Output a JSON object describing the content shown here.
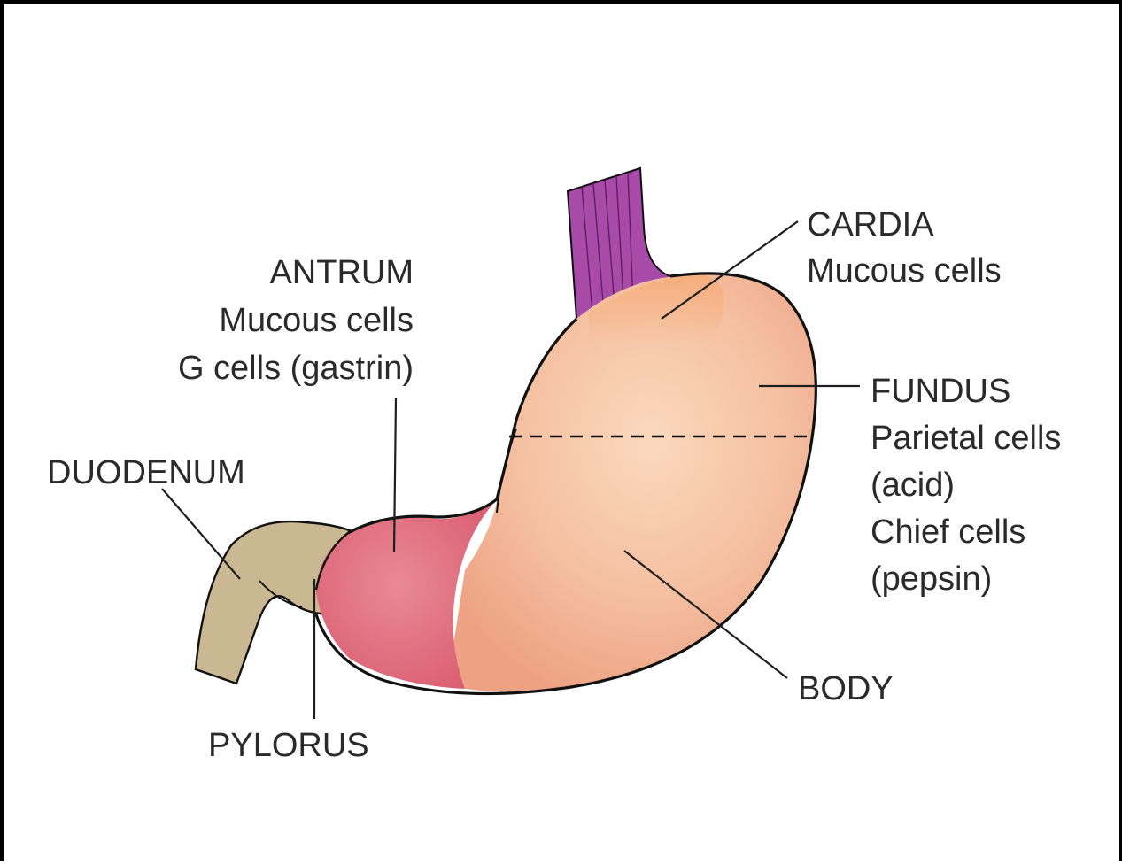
{
  "labels": {
    "cardia": {
      "title": "CARDIA",
      "lines": [
        "Mucous cells"
      ]
    },
    "antrum": {
      "title": "ANTRUM",
      "lines": [
        "Mucous cells",
        "G cells (gastrin)"
      ]
    },
    "fundus": {
      "title": "FUNDUS",
      "lines": [
        "Parietal cells",
        "(acid)",
        "Chief cells",
        "(pepsin)"
      ]
    },
    "duodenum": {
      "title": "DUODENUM"
    },
    "body": {
      "title": "BODY"
    },
    "pylorus": {
      "title": "PYLORUS"
    }
  },
  "colors": {
    "stomach": "#f2b596",
    "stomach_highlight": "#fad6b8",
    "antrum": "#e06c7e",
    "duodenum": "#c9b892",
    "esophagus": "#a84aa8",
    "outline": "#111111"
  }
}
